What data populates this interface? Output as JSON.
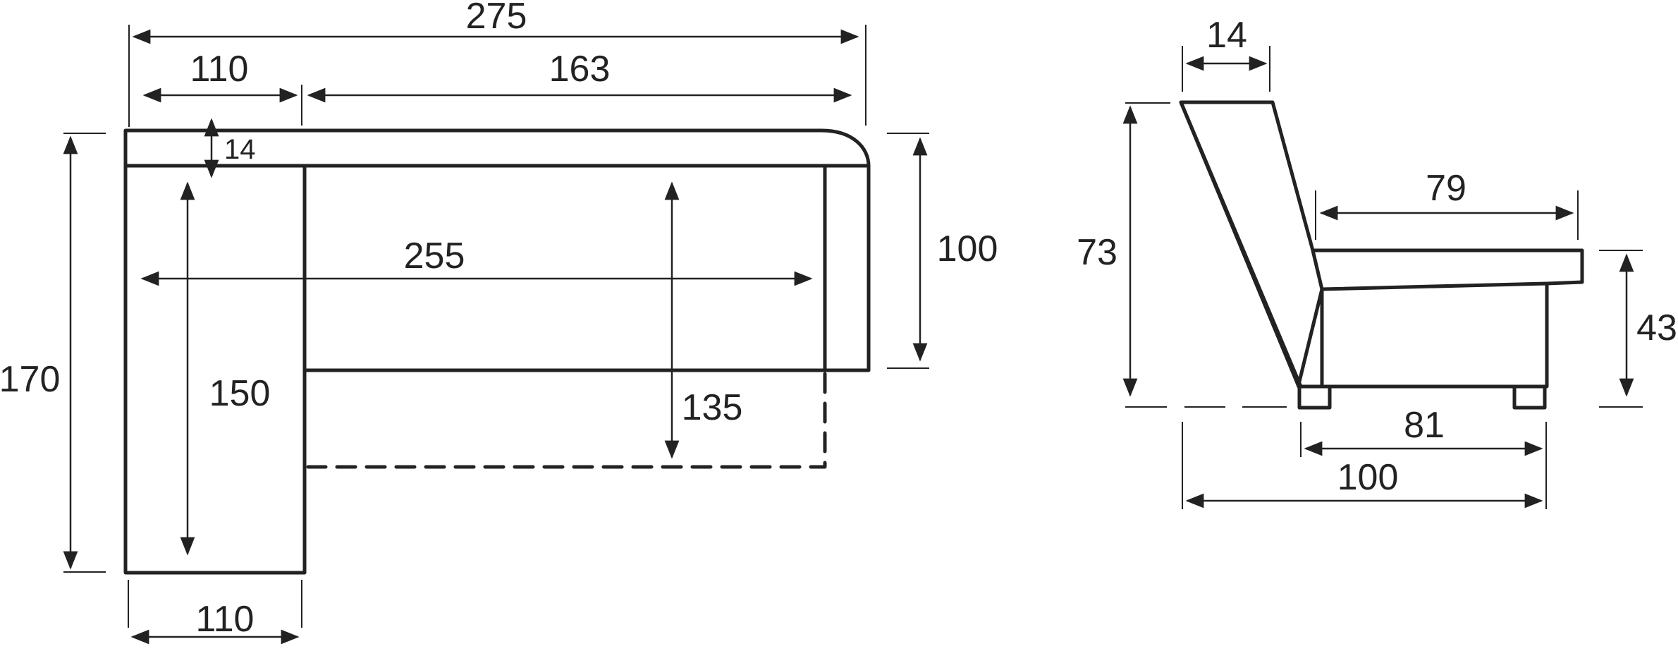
{
  "colors": {
    "stroke": "#222222",
    "background": "#ffffff"
  },
  "top_view": {
    "overall_width": "275",
    "corner_width": "110",
    "long_width": "163",
    "back_thickness": "14",
    "seat_length": "255",
    "total_depth": "170",
    "seat_depth": "100",
    "corner_seat_length": "150",
    "unfolded_depth": "135",
    "bottom_width": "110"
  },
  "side_view": {
    "back_thickness": "14",
    "seat_depth": "79",
    "height": "73",
    "seat_height": "43",
    "base_width": "81",
    "total_depth": "100"
  }
}
